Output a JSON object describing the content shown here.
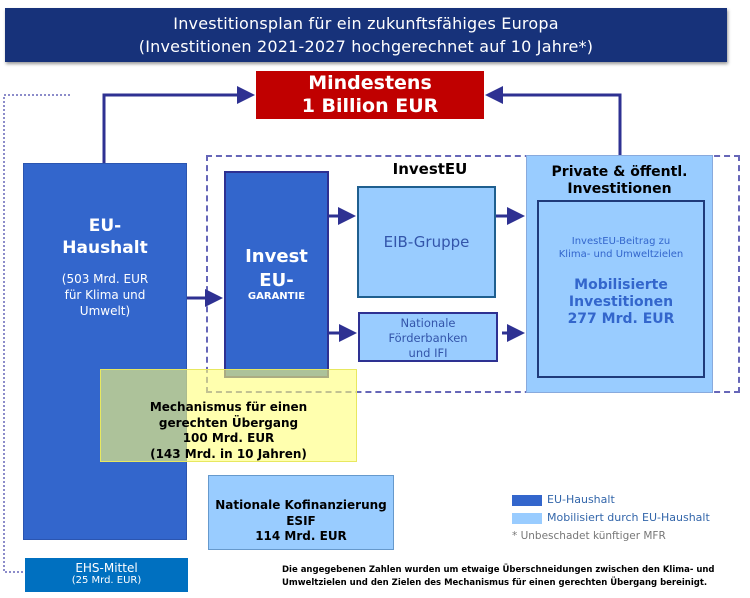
{
  "title": {
    "line1": "Investitionsplan für ein zukunftsfähiges Europa",
    "line2": "(Investitionen 2021-2027 hochgerechnet auf 10 Jahre*)"
  },
  "target": {
    "line1": "Mindestens",
    "line2": "1 Billion EUR"
  },
  "eu_budget": {
    "line1": "EU-",
    "line2": "Haushalt",
    "sub1": "(503 Mrd. EUR",
    "sub2": "für Klima und",
    "sub3": "Umwelt)"
  },
  "investeu": {
    "label": "InvestEU",
    "guarantee1": "Invest",
    "guarantee2": "EU-",
    "guarantee3": "GARANTIE",
    "eib": "EIB-Gruppe",
    "nfb1": "Nationale",
    "nfb2": "Förderbanken",
    "nfb3": "und IFI"
  },
  "private": {
    "title1": "Private & öffentl.",
    "title2": "Investitionen",
    "sub1": "InvestEU-Beitrag zu",
    "sub2": "Klima-  und Umweltzielen",
    "b1": "Mobilisierte",
    "b2": "Investitionen",
    "b3": "277 Mrd. EUR"
  },
  "jtm": {
    "l1": "Mechanismus  für einen",
    "l2": "gerechten Übergang",
    "l3": "100 Mrd. EUR",
    "l4": "(143 Mrd. in 10 Jahren)"
  },
  "cofinancing": {
    "l1": "Nationale  Kofinanzierung",
    "l2": "ESIF",
    "l3": "114 Mrd. EUR"
  },
  "ets": {
    "l1": "EHS-Mittel",
    "l2": "(25 Mrd. EUR)"
  },
  "legend": {
    "items": [
      {
        "label": "EU-Haushalt",
        "color": "#3366cc"
      },
      {
        "label": "Mobilisiert durch EU-Haushalt",
        "color": "#99ccff"
      }
    ],
    "note": "* Unbeschadet künftiger MFR"
  },
  "footnote": {
    "l1": "Die angegebenen Zahlen wurden um etwaige Überschneidungen zwischen den Klima- und",
    "l2": "Umweltzielen  und den Zielen des Mechanismus für einen gerechten Übergang bereinigt."
  }
}
